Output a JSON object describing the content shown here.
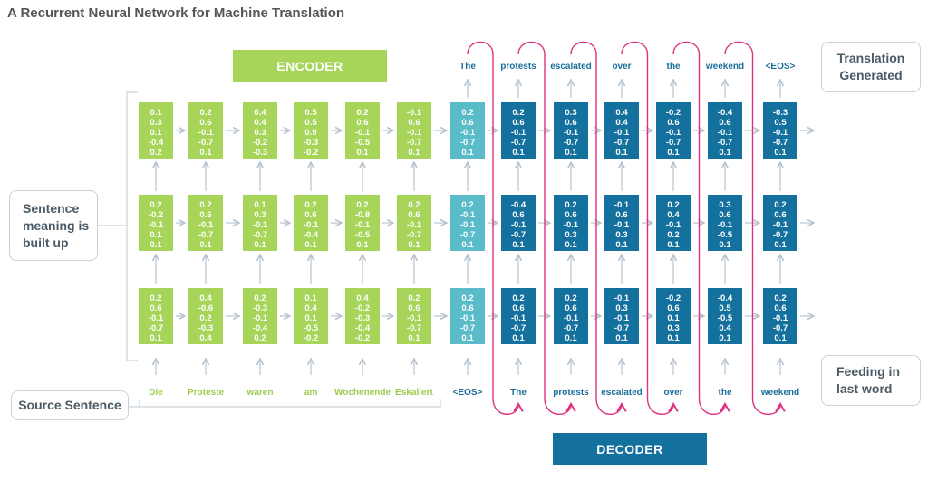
{
  "title": "A Recurrent Neural Network for Machine Translation",
  "encoder_label": "ENCODER",
  "decoder_label": "DECODER",
  "side_labels": {
    "translation_generated": "Translation\nGenerated",
    "sentence_meaning": "Sentence\nmeaning is\nbuilt up",
    "feeding_last_word": "Feeding in\nlast word",
    "source_sentence": "Source Sentence"
  },
  "colors": {
    "encoder": "#a6d55a",
    "transition": "#5bbcc9",
    "decoder": "#14719e",
    "encoder_text": "#9ccc50",
    "decoder_text": "#1a6f9a",
    "feedback": "#e0307f",
    "arrow": "#b8c4ce"
  },
  "input_words": [
    "Die",
    "Proteste",
    "waren",
    "am",
    "Wochenende",
    "Eskaliert",
    "<EOS>",
    "The",
    "protests",
    "escalated",
    "over",
    "the",
    "weekend"
  ],
  "output_words": [
    "The",
    "protests",
    "escalated",
    "over",
    "the",
    "weekend",
    "<EOS>"
  ],
  "columns": [
    {
      "type": "encoder",
      "cells": [
        [
          "0.1",
          "0.3",
          "0.1",
          "-0.4",
          "0.2"
        ],
        [
          "0.2",
          "-0.2",
          "-0.1",
          "0.1",
          "0.1"
        ],
        [
          "0.2",
          "0.6",
          "-0.1",
          "-0.7",
          "0.1"
        ]
      ]
    },
    {
      "type": "encoder",
      "cells": [
        [
          "0.2",
          "0.6",
          "-0.1",
          "-0.7",
          "0.1"
        ],
        [
          "0.2",
          "0.6",
          "-0.1",
          "-0.7",
          "0.1"
        ],
        [
          "0.4",
          "-0.6",
          "0.2",
          "-0.3",
          "0.4"
        ]
      ]
    },
    {
      "type": "encoder",
      "cells": [
        [
          "0.4",
          "0.4",
          "0.3",
          "-0.2",
          "-0.3"
        ],
        [
          "0.1",
          "0.3",
          "-0.1",
          "-0.7",
          "0.1"
        ],
        [
          "0.2",
          "-0.3",
          "-0.1",
          "-0.4",
          "0.2"
        ]
      ]
    },
    {
      "type": "encoder",
      "cells": [
        [
          "0.5",
          "0.5",
          "0.9",
          "-0.3",
          "-0.2"
        ],
        [
          "0.2",
          "0.6",
          "-0.1",
          "-0.4",
          "0.1"
        ],
        [
          "0.1",
          "0.4",
          "0.1",
          "-0.5",
          "-0.2"
        ]
      ]
    },
    {
      "type": "encoder",
      "cells": [
        [
          "0.2",
          "0.6",
          "-0.1",
          "-0.5",
          "0.1"
        ],
        [
          "0.2",
          "-0.8",
          "-0.1",
          "-0.5",
          "0.1"
        ],
        [
          "0.4",
          "-0.2",
          "-0.3",
          "-0.4",
          "-0.2"
        ]
      ]
    },
    {
      "type": "encoder",
      "cells": [
        [
          "-0.1",
          "0.6",
          "-0.1",
          "-0.7",
          "0.1"
        ],
        [
          "0.2",
          "0.6",
          "-0.1",
          "-0.7",
          "0.1"
        ],
        [
          "0.2",
          "0.6",
          "-0.1",
          "-0.7",
          "0.1"
        ]
      ]
    },
    {
      "type": "transition",
      "cells": [
        [
          "0.2",
          "0.6",
          "-0.1",
          "-0.7",
          "0.1"
        ],
        [
          "0.2",
          "-0.1",
          "-0.1",
          "-0.7",
          "0.1"
        ],
        [
          "0.2",
          "0.6",
          "-0.1",
          "-0.7",
          "0.1"
        ]
      ]
    },
    {
      "type": "decoder",
      "cells": [
        [
          "0.2",
          "0.6",
          "-0.1",
          "-0.7",
          "0.1"
        ],
        [
          "-0.4",
          "0.6",
          "-0.1",
          "-0.7",
          "0.1"
        ],
        [
          "0.2",
          "0.6",
          "-0.1",
          "-0.7",
          "0.1"
        ]
      ]
    },
    {
      "type": "decoder",
      "cells": [
        [
          "0.3",
          "0.6",
          "-0.1",
          "-0.7",
          "0.1"
        ],
        [
          "0.2",
          "0.6",
          "-0.1",
          "0.3",
          "0.1"
        ],
        [
          "0.2",
          "0.6",
          "-0.1",
          "-0.7",
          "0.1"
        ]
      ]
    },
    {
      "type": "decoder",
      "cells": [
        [
          "0.4",
          "0.4",
          "-0.1",
          "-0.7",
          "0.1"
        ],
        [
          "-0.1",
          "0.6",
          "-0.1",
          "0.3",
          "0.1"
        ],
        [
          "-0.1",
          "0.3",
          "-0.1",
          "-0.7",
          "0.1"
        ]
      ]
    },
    {
      "type": "decoder",
      "cells": [
        [
          "-0.2",
          "0.6",
          "-0.1",
          "-0.7",
          "0.1"
        ],
        [
          "0.2",
          "0.4",
          "-0.1",
          "0.2",
          "0.1"
        ],
        [
          "-0.2",
          "0.6",
          "0.1",
          "0.3",
          "0.1"
        ]
      ]
    },
    {
      "type": "decoder",
      "cells": [
        [
          "-0.4",
          "0.6",
          "-0.1",
          "-0.7",
          "0.1"
        ],
        [
          "0.3",
          "0.6",
          "-0.1",
          "-0.5",
          "0.1"
        ],
        [
          "-0.4",
          "0.5",
          "-0.5",
          "0.4",
          "0.1"
        ]
      ]
    },
    {
      "type": "decoder",
      "cells": [
        [
          "-0.3",
          "0.5",
          "-0.1",
          "-0.7",
          "0.1"
        ],
        [
          "0.2",
          "0.6",
          "-0.1",
          "-0.7",
          "0.1"
        ],
        [
          "0.2",
          "0.6",
          "-0.1",
          "-0.7",
          "0.1"
        ]
      ]
    }
  ]
}
